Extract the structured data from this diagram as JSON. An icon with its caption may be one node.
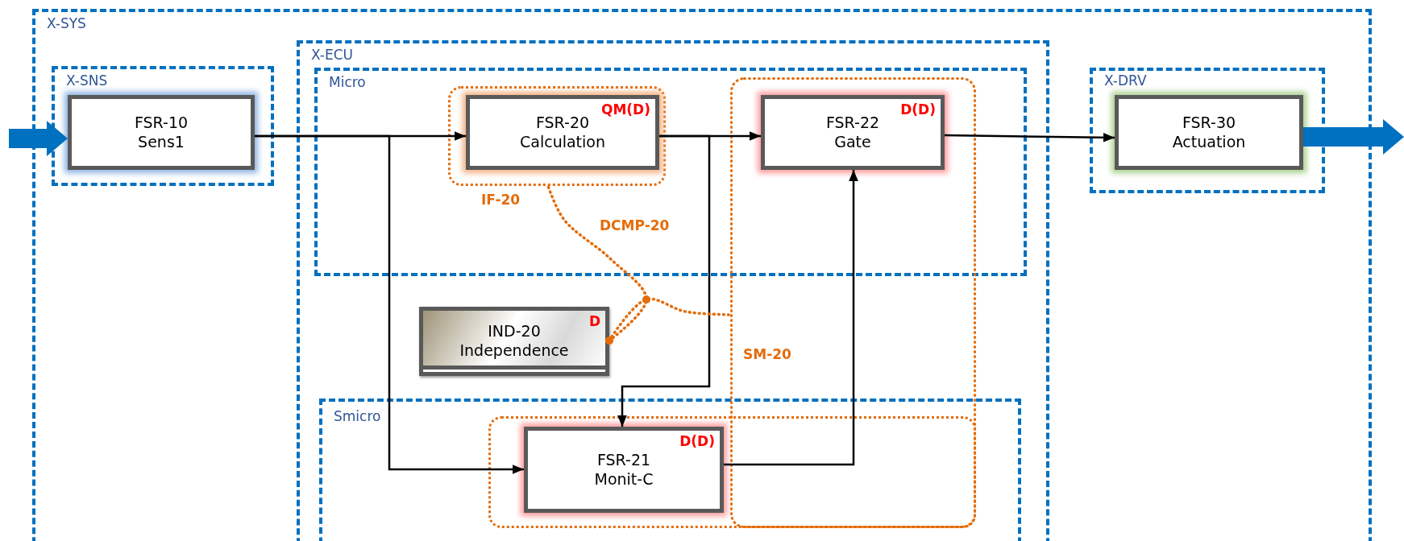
{
  "diagram": {
    "nodes": [
      {
        "text": [
          "X-SYS"
        ]
      },
      {
        "text": [
          "X-SNS"
        ],
        "in": 0
      },
      {
        "text": [
          "FSR-10 Sens1"
        ],
        "in": 1
      },
      {
        "text": [
          "X-ECU"
        ],
        "in": 0
      },
      {
        "text": [
          "Micro"
        ],
        "in": 3
      },
      {
        "text": [
          "IF-20"
        ],
        "in": 4
      },
      {
        "text": [
          "QM(D)",
          "FSR-20 Calculation"
        ],
        "in": 5
      },
      {
        "text": [
          "D(D)",
          "FSR-22 Gate"
        ],
        "in": 4
      },
      {
        "text": [
          "D",
          "IND-20 Independence"
        ],
        "in": 3
      },
      {
        "text": [
          "Smicro"
        ],
        "in": 3
      },
      {
        "text": [],
        "shape": "box",
        "in": 9
      },
      {
        "text": [
          "D(D)",
          "FSR-21 Monit-C"
        ],
        "in": 10
      },
      {
        "text": [
          "X-DRV"
        ],
        "in": 0
      },
      {
        "text": [
          "FSR-30 Actuation"
        ],
        "in": 12
      }
    ],
    "edges": [
      {
        "from": null,
        "to": 2,
        "arrow": "to",
        "style": "thick",
        "color": "#0070c0"
      },
      {
        "from": 2,
        "to": 6,
        "arrow": "to"
      },
      {
        "from": 2,
        "to": 11,
        "arrow": "to"
      },
      {
        "from": 6,
        "to": 7,
        "arrow": "to"
      },
      {
        "from": 6,
        "to": 11,
        "arrow": "to"
      },
      {
        "from": 11,
        "to": 7,
        "arrow": "to"
      },
      {
        "from": 7,
        "to": 13,
        "arrow": "to"
      },
      {
        "from": 13,
        "to": null,
        "arrow": "to",
        "style": "thick",
        "color": "#0070c0"
      },
      {
        "from": 8,
        "to": 5,
        "arrow": "other",
        "label": "DCMP-20",
        "style": "dashed",
        "color": "#e46c0a"
      },
      {
        "from": 8,
        "to": null,
        "arrow": "other",
        "style": "dashed",
        "color": "#e46c0a"
      }
    ],
    "labels": [
      "SM-20"
    ]
  }
}
